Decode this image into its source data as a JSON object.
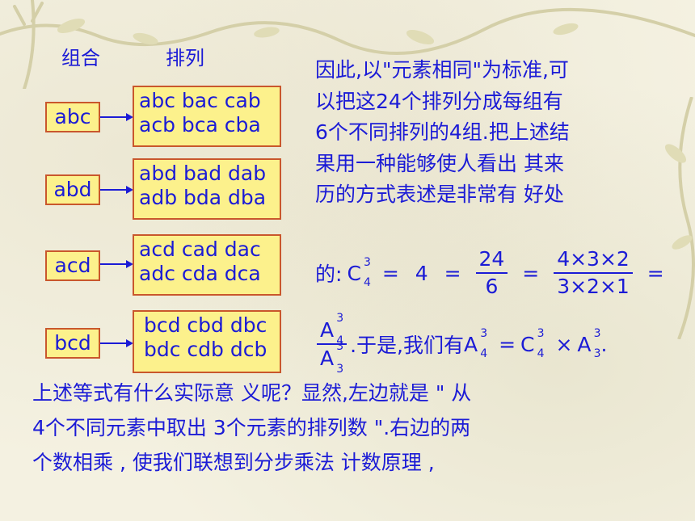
{
  "headers": {
    "combination": "组合",
    "permutation": "排列"
  },
  "groups": [
    {
      "combo": "abc",
      "perms": [
        "abc bac cab",
        "acb bca cba"
      ]
    },
    {
      "combo": "abd",
      "perms": [
        "abd bad dab",
        "adb bda dba"
      ]
    },
    {
      "combo": "acd",
      "perms": [
        "acd cad dac",
        "adc cda dca"
      ]
    },
    {
      "combo": "bcd",
      "perms": [
        "bcd cbd dbc",
        "bdc cdb dcb"
      ]
    }
  ],
  "right_paragraph": [
    "因此,以\"元素相同\"为标准,可",
    "以把这24个排列分成每组有",
    "6个不同排列的4组.把上述结",
    "果用一种能够使人看出 其来",
    "历的方式表述是非常有 好处"
  ],
  "formula1": {
    "lead": "的:",
    "sym": "C",
    "sup": "3",
    "sub": "4",
    "eq": "=",
    "v1": "4",
    "f1_num": "24",
    "f1_den": "6",
    "f2_num": "4×3×2",
    "f2_den": "3×2×1"
  },
  "formula2": {
    "num_sym": "A",
    "num_sup": "3",
    "num_sub": "4",
    "den_sym": "A",
    "den_sup": "3",
    "den_sub": "3",
    "mid_text": ".于是,我们有",
    "lhs_sym": "A",
    "lhs_sup": "3",
    "lhs_sub": "4",
    "eq": "=",
    "c_sym": "C",
    "c_sup": "3",
    "c_sub": "4",
    "times": "×",
    "a_sym": "A",
    "a_sup": "3",
    "a_sub": "3",
    "end": "."
  },
  "bottom_paragraph": [
    "上述等式有什么实际意  义呢？显然,左边就是 \" 从",
    "4个不同元素中取出 3个元素的排列数 \".右边的两",
    "个数相乘 , 使我们联想到分步乘法  计数原理 ,"
  ]
}
